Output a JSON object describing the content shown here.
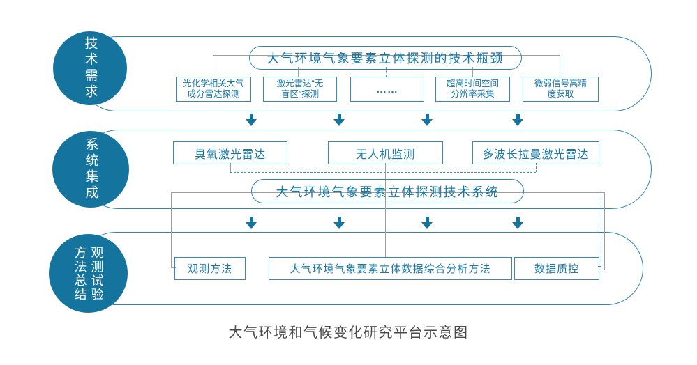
{
  "caption": "大气环境和气候变化研究平台示意图",
  "colors": {
    "accent_blue": "#15749e",
    "box_border_blue": "#3389ba",
    "text_blue": "#1878a8",
    "connector_gray": "#9e9e9e",
    "caption_gray": "#4a4a4a"
  },
  "icons": {
    "down_arrow": "▼"
  },
  "rows": [
    {
      "circle_label": "技术需求",
      "stadium_label": "大气环境气象要素立体探测的技术瓶颈",
      "boxes": [
        "光化学相关大气\n成分雷达探测",
        "激光雷达“无\n盲区”探测",
        "……",
        "超高时间空间\n分辨率采集",
        "微弱信号高精\n度获取"
      ]
    },
    {
      "circle_label": "系统集成",
      "stadium_label": "大气环境气象要素立体探测技术系统",
      "boxes": [
        "臭氧激光雷达",
        "无人机监测",
        "多波长拉曼激光雷达"
      ]
    },
    {
      "circle_label_left": "方法总结",
      "circle_label_right": "观测试验",
      "boxes": [
        "观测方法",
        "大气环境气象要素立体数据综合分析方法",
        "数据质控"
      ]
    }
  ]
}
